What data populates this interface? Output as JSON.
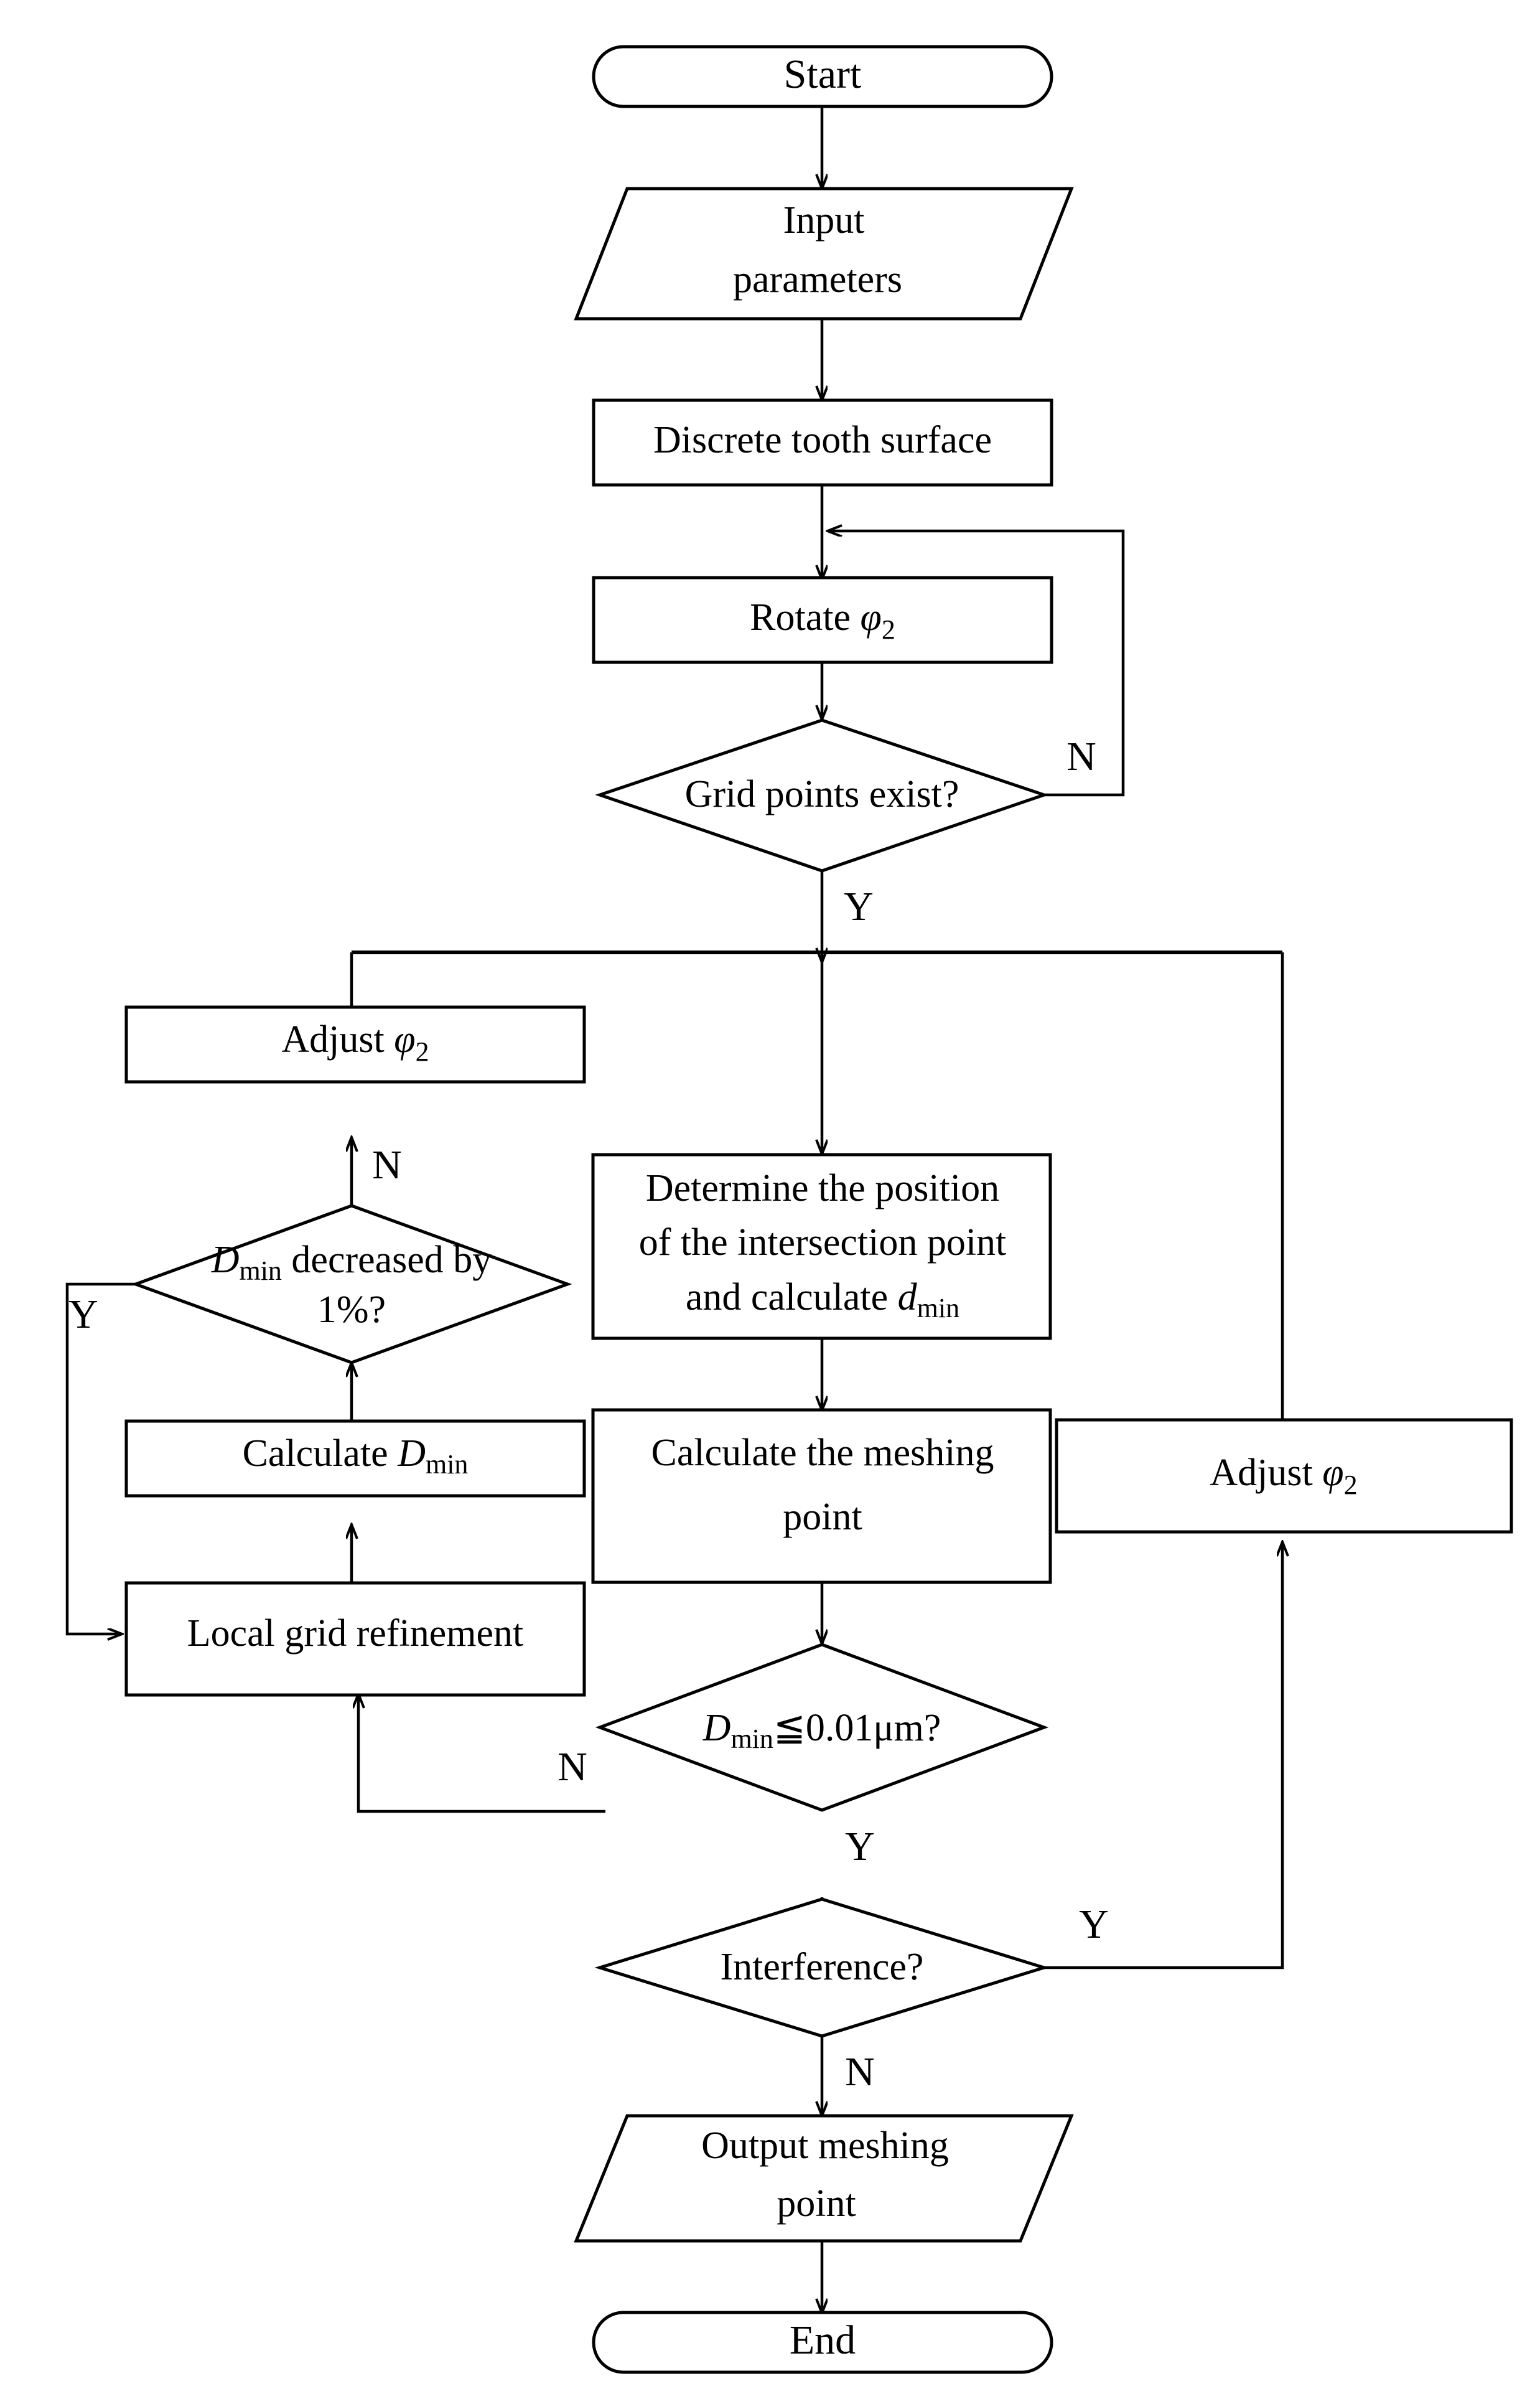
{
  "diagram": {
    "type": "flowchart",
    "title": "Tooth surface meshing point solving flowchart",
    "orientation": "top-to-bottom",
    "background": "#ffffff",
    "line_color": "#000000",
    "text_color": "#000000"
  },
  "nodes": {
    "start": {
      "id": "start",
      "shape": "terminator",
      "text": "Start"
    },
    "input": {
      "id": "input",
      "shape": "parallelogram",
      "line1": "Input",
      "line2": "parameters"
    },
    "discrete": {
      "id": "discrete",
      "shape": "process",
      "text": "Discrete tooth surface"
    },
    "rotate": {
      "id": "rotate",
      "shape": "process",
      "text_pre": "Rotate ",
      "sym": "φ",
      "sub": "2"
    },
    "grid_exists": {
      "id": "grid",
      "shape": "decision",
      "text": "Grid points exist?"
    },
    "adjust_left": {
      "id": "adjl",
      "shape": "process",
      "text_pre": "Adjust ",
      "sym": "φ",
      "sub": "2"
    },
    "dmin_decreased": {
      "id": "dmindec",
      "shape": "decision",
      "var": "D",
      "var_sub": "min",
      "line1_rest": " decreased by",
      "line2": "1%?"
    },
    "determine": {
      "id": "determ",
      "shape": "process",
      "line1": "Determine the position",
      "line2": "of the intersection point",
      "line3_pre": "and calculate ",
      "line3_var": "d",
      "line3_sub": "min"
    },
    "calc_dmin": {
      "id": "calcd",
      "shape": "process",
      "text_pre": "Calculate ",
      "var": "D",
      "var_sub": "min"
    },
    "calc_mesh": {
      "id": "calcm",
      "shape": "process",
      "line1": "Calculate the meshing",
      "line2": "point"
    },
    "local_refine": {
      "id": "refine",
      "shape": "process",
      "text": "Local grid refinement"
    },
    "adjust_right": {
      "id": "adjr",
      "shape": "process",
      "text_pre": "Adjust ",
      "sym": "φ",
      "sub": "2"
    },
    "dmin_tol": {
      "id": "dtol",
      "shape": "decision",
      "var": "D",
      "var_sub": "min",
      "rest": "≦",
      "value": "0.01",
      "unit": "μm?"
    },
    "interference": {
      "id": "interf",
      "shape": "decision",
      "text": "Interference?"
    },
    "output": {
      "id": "output",
      "shape": "parallelogram",
      "line1": "Output meshing",
      "line2": "point"
    },
    "end": {
      "id": "end",
      "shape": "terminator",
      "text": "End"
    }
  },
  "branch_labels": {
    "grid_no": "N",
    "grid_yes": "Y",
    "dmindec_no": "N",
    "dmindec_yes": "Y",
    "dmin_tol_no": "N",
    "dmin_tol_yes": "Y",
    "interference_yes": "Y",
    "interference_no": "N"
  },
  "edges": [
    {
      "from": "start",
      "to": "input",
      "label": ""
    },
    {
      "from": "input",
      "to": "discrete",
      "label": ""
    },
    {
      "from": "discrete",
      "to": "rotate",
      "label": ""
    },
    {
      "from": "rotate",
      "to": "grid_exists",
      "label": ""
    },
    {
      "from": "grid_exists",
      "to": "rotate",
      "label": "N"
    },
    {
      "from": "grid_exists",
      "to": "determine",
      "label": "Y"
    },
    {
      "from": "determine",
      "to": "calc_mesh",
      "label": ""
    },
    {
      "from": "calc_mesh",
      "to": "dmin_tol",
      "label": ""
    },
    {
      "from": "dmin_tol",
      "to": "local_refine",
      "label": "N"
    },
    {
      "from": "local_refine",
      "to": "calc_dmin",
      "label": ""
    },
    {
      "from": "calc_dmin",
      "to": "dmin_decreased",
      "label": ""
    },
    {
      "from": "dmin_decreased",
      "to": "adjust_left",
      "label": "N"
    },
    {
      "from": "dmin_decreased",
      "to": "local_refine",
      "label": "Y"
    },
    {
      "from": "adjust_left",
      "to": "determine",
      "label": ""
    },
    {
      "from": "dmin_tol",
      "to": "interference",
      "label": "Y"
    },
    {
      "from": "interference",
      "to": "adjust_right",
      "label": "Y"
    },
    {
      "from": "adjust_right",
      "to": "determine",
      "label": ""
    },
    {
      "from": "interference",
      "to": "output",
      "label": "N"
    },
    {
      "from": "output",
      "to": "end",
      "label": ""
    }
  ]
}
